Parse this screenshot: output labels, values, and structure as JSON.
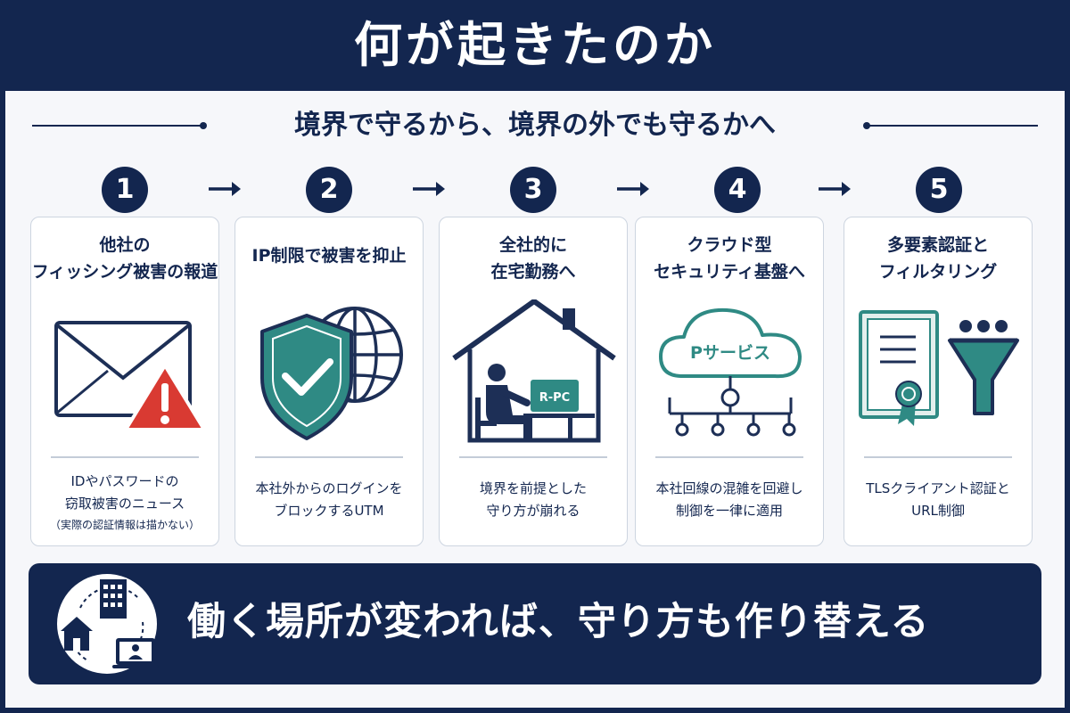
{
  "header": {
    "title": "何が起きたのか"
  },
  "subtitle": "境界で守るから、境界の外でも守るかへ",
  "steps": [
    {
      "number": "1",
      "title_lines": [
        "他社の",
        "フィッシング被害の報道"
      ],
      "icon": "envelope-warning-icon",
      "desc_lines": [
        "IDやパスワードの",
        "窃取被害のニュース"
      ],
      "note": "（実際の認証情報は描かない）"
    },
    {
      "number": "2",
      "title_lines": [
        "IP制限で被害を抑止"
      ],
      "icon": "shield-globe-icon",
      "desc_lines": [
        "本社外からのログインを",
        "ブロックするUTM"
      ]
    },
    {
      "number": "3",
      "title_lines": [
        "全社的に",
        "在宅勤務へ"
      ],
      "icon": "home-office-icon",
      "screen_label": "R-PC",
      "desc_lines": [
        "境界を前提とした",
        "守り方が崩れる"
      ]
    },
    {
      "number": "4",
      "title_lines": [
        "クラウド型",
        "セキュリティ基盤へ"
      ],
      "icon": "cloud-network-icon",
      "cloud_label": "Pサービス",
      "desc_lines": [
        "本社回線の混雑を回避し",
        "制御を一律に適用"
      ]
    },
    {
      "number": "5",
      "title_lines": [
        "多要素認証と",
        "フィルタリング"
      ],
      "icon": "certificate-filter-icon",
      "desc_lines": [
        "TLSクライアント認証と",
        "URL制御"
      ]
    }
  ],
  "banner": {
    "icon": "workplaces-icon",
    "text": "働く場所が変われば、守り方も作り替える"
  },
  "colors": {
    "navy": "#13264f",
    "teal": "#2f8a84",
    "red": "#d93a32",
    "card_bg": "#ffffff"
  }
}
